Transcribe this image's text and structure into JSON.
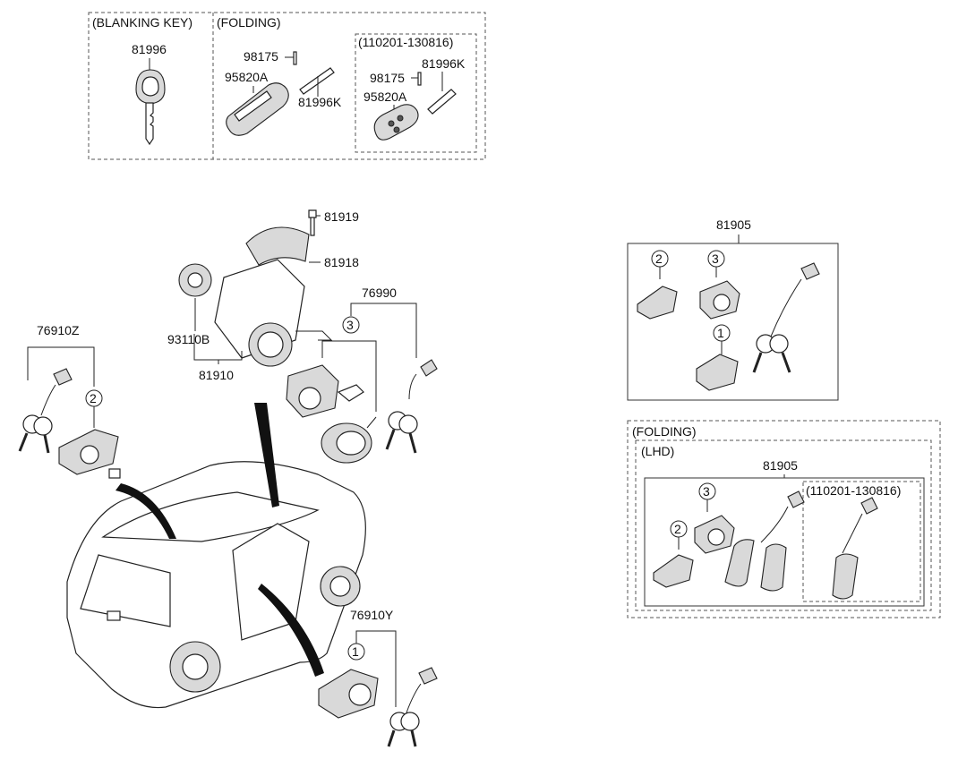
{
  "blanking_key": {
    "title": "(BLANKING KEY)",
    "part": "81996"
  },
  "folding_top": {
    "title": "(FOLDING)",
    "parts": {
      "pin": "98175",
      "fob": "95820A",
      "blade": "81996K"
    },
    "sub": {
      "title": "(110201-130816)",
      "parts": {
        "pin": "98175",
        "fob": "95820A",
        "blade": "81996K"
      }
    }
  },
  "lock_assembly": {
    "bolt": "81919",
    "cover": "81918",
    "cylinder": "93110B",
    "assembly": "81910"
  },
  "kit_76990": {
    "part": "76990",
    "callout": "3"
  },
  "kit_76910Z": {
    "part": "76910Z",
    "callout": "2"
  },
  "kit_76910Y": {
    "part": "76910Y",
    "callout": "1"
  },
  "set_81905": {
    "part": "81905",
    "callouts": [
      "2",
      "3",
      "1"
    ]
  },
  "folding_bottom": {
    "title": "(FOLDING)",
    "lhd": "(LHD)",
    "part": "81905",
    "callouts": [
      "3",
      "2"
    ],
    "sub": {
      "title": "(110201-130816)"
    }
  }
}
